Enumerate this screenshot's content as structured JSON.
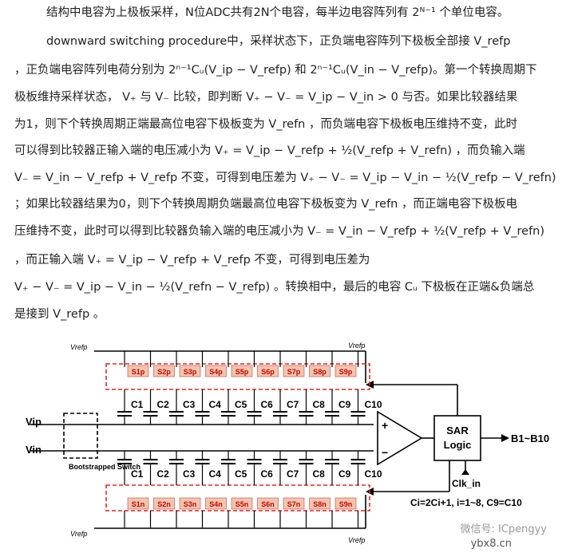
{
  "text": {
    "l1": "结构中电容为上极板采样，N位ADC共有2N个电容，每半边电容阵列有 2ᴺ⁻¹ 个单位电容。",
    "l2": "downward switching procedure中，采样状态下，正负端电容阵列下极板全部接 V_refp",
    "l3": "，正负端电容阵列电荷分别为 2ⁿ⁻¹Cᵤ(V_ip − V_refp) 和 2ⁿ⁻¹Cᵤ(V_in − V_refp)。第一个转换周期下",
    "l4": "极板维持采样状态， V₊ 与 V₋ 比较，即判断 V₊ − V₋ = V_ip − V_in > 0 与否。如果比较器结果",
    "l5": "为1，则下个转换周期正端最高位电容下极板变为 V_refn ，而负端电容下极板电压维持不变，此时",
    "l6": "可以得到比较器正输入端的电压减小为 V₊ = V_ip − V_refp + ½(V_refp + V_refn) ，而负输入端",
    "l7": "V₋ = V_in − V_refp + V_refp 不变，可得到电压差为 V₊ − V₋ = V_ip − V_in − ½(V_refp − V_refn)",
    "l8": "；如果比较器结果为0，则下个转换周期负端最高位电容下极板变为 V_refn ，而正端电容下极板电",
    "l9": "压维持不变，此时可以得到比较器负输入端的电压减小为 V₋ = V_in − V_refp + ½(V_refp + V_refn)",
    "l10": "，而正输入端 V₊ = V_ip − V_refp + V_refp 不变，可得到电压差为",
    "l11": "V₊ − V₋ = V_ip − V_in − ½(V_refn − V_refp) 。转换相中，最后的电容 Cᵤ 下极板在正端&负端总",
    "l12": "是接到 V_refp 。"
  },
  "figure": {
    "vref_label": "Vrefp",
    "top_switches": [
      "S1p",
      "S2p",
      "S3p",
      "S4p",
      "S5p",
      "S6p",
      "S7p",
      "S8p",
      "S9p"
    ],
    "bottom_switches": [
      "S1n",
      "S2n",
      "S3n",
      "S4n",
      "S5n",
      "S6n",
      "S7n",
      "S8n",
      "S9n"
    ],
    "caps": [
      "C1",
      "C2",
      "C3",
      "C4",
      "C5",
      "C6",
      "C7",
      "C8",
      "C9",
      "C10"
    ],
    "vip": "Vip",
    "vin": "Vin",
    "bootstrap": "Bootstrapped Switch",
    "sar": "SAR Logic",
    "output": "B1~B10",
    "clk": "Clk_in",
    "relation": "Ci=2Ci+1, i=1~8, C9=C10"
  },
  "watermark": "微信号: ICpengyy",
  "site": "ybx8.cn"
}
